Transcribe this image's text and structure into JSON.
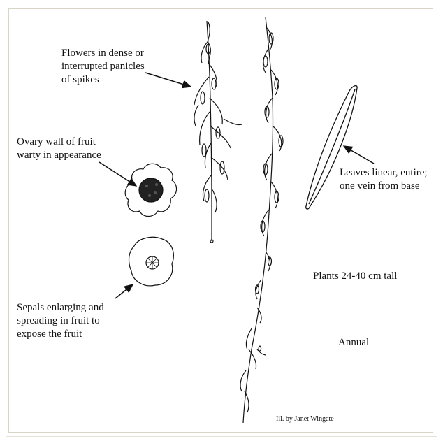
{
  "annotations": {
    "flowers": [
      "Flowers in dense or",
      "interrupted panicles",
      "of spikes"
    ],
    "ovary": [
      "Ovary wall of fruit",
      "warty in appearance"
    ],
    "leaves": [
      "Leaves linear, entire;",
      "one vein from base"
    ],
    "sepals": [
      "Sepals enlarging and",
      "spreading in fruit to",
      "expose the fruit"
    ],
    "height": "Plants 24-40 cm tall",
    "annual": "Annual"
  },
  "credit": "Ill. by Janet Wingate",
  "colors": {
    "ink": "#111111",
    "frame": "#d9d4c8",
    "paper": "#ffffff"
  }
}
